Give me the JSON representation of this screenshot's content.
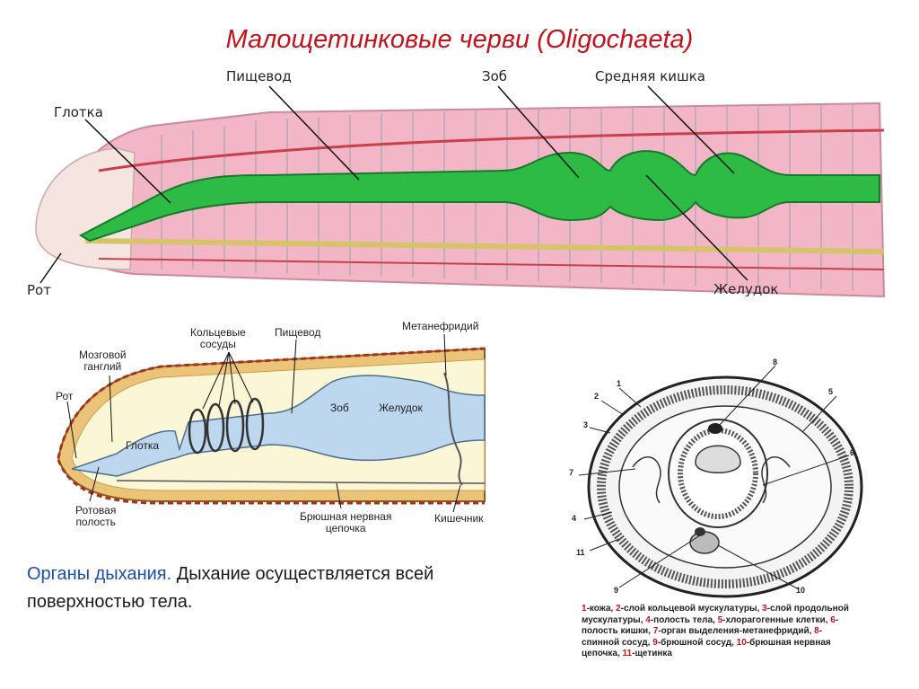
{
  "title": "Малощетинковые черви (Oligochaeta)",
  "worm_labels": {
    "pharynx": "Глотка",
    "esophagus": "Пищевод",
    "crop": "Зоб",
    "midgut": "Средняя кишка",
    "mouth": "Рот",
    "gizzard": "Желудок"
  },
  "section_labels": {
    "ring_vessels": "Кольцевые\nсосуды",
    "esophagus": "Пищевод",
    "metanephridium": "Метанефридий",
    "brain_ganglion": "Мозговой\nганглий",
    "mouth": "Рот",
    "pharynx": "Глотка",
    "crop": "Зоб",
    "gizzard": "Желудок",
    "oral_cavity": "Ротовая\nполость",
    "nerve_chain": "Брюшная нервная\nцепочка",
    "intestine": "Кишечник"
  },
  "cross_numbers": [
    "1",
    "2",
    "3",
    "4",
    "5",
    "6",
    "7",
    "8",
    "9",
    "10",
    "11"
  ],
  "respiration": {
    "highlight": "Органы дыхания.",
    "text": " Дыхание осуществляется всей поверхностью тела."
  },
  "legend": [
    {
      "n": "1",
      "t": "-кожа, "
    },
    {
      "n": "2",
      "t": "-слой кольцевой мускулатуры, "
    },
    {
      "n": "3",
      "t": "-слой продольной мускулатуры, "
    },
    {
      "n": "4",
      "t": "-полость тела, "
    },
    {
      "n": "5",
      "t": "-хлорагогенные клетки, "
    },
    {
      "n": "6",
      "t": "-полость кишки, "
    },
    {
      "n": "7",
      "t": "-орган выделения-метанефридий, "
    },
    {
      "n": "8",
      "t": "-спинной сосуд, "
    },
    {
      "n": "9",
      "t": "-брюшной сосуд, "
    },
    {
      "n": "10",
      "t": "-брюшная нервная цепочка, "
    },
    {
      "n": "11",
      "t": "-щетинка"
    }
  ]
}
